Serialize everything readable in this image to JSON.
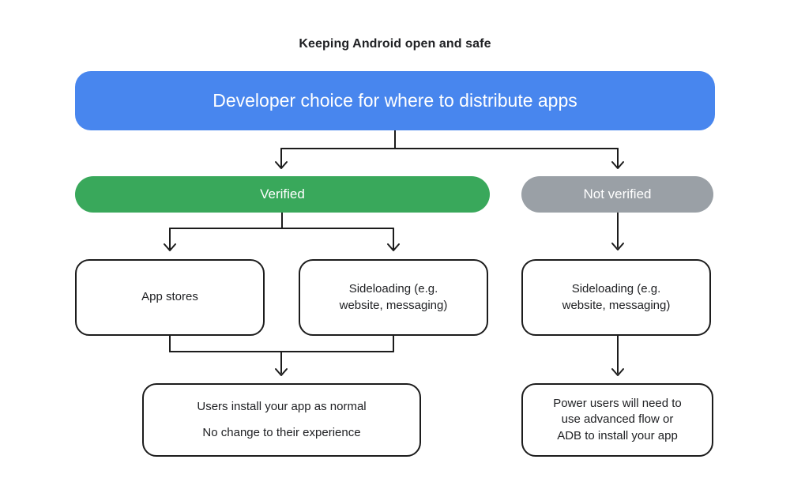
{
  "title": "Keeping Android open and safe",
  "colors": {
    "banner_blue": "#4886EE",
    "verified_green": "#39A85B",
    "not_verified_gray": "#9AA0A6",
    "ink": "#1C1C1C",
    "text": "#202124",
    "background": "#FFFFFF"
  },
  "nodes": {
    "root": {
      "label": "Developer choice for where to distribute apps"
    },
    "verified": {
      "label": "Verified"
    },
    "not_verified": {
      "label": "Not verified"
    },
    "app_stores": {
      "label": "App stores"
    },
    "sideloading_verified": {
      "label": "Sideloading (e.g.\nwebsite, messaging)"
    },
    "sideloading_not_verified": {
      "label": "Sideloading (e.g.\nwebsite, messaging)"
    },
    "users_install": {
      "line1": "Users install your app as normal",
      "line2": "No change to their experience"
    },
    "power_users": {
      "label": "Power users will need to\nuse advanced flow or\nADB to install your app"
    }
  }
}
